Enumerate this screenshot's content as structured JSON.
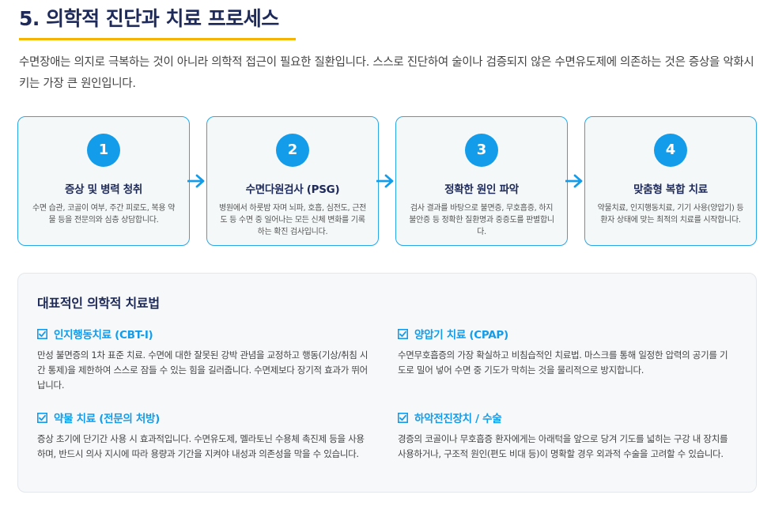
{
  "title": "5. 의학적 진단과 치료 프로세스",
  "intro": "수면장애는 의지로 극복하는 것이 아니라 의학적 접근이 필요한 질환입니다. 스스로 진단하여 술이나 검증되지 않은 수면유도제에 의존하는 것은 증상을 악화시키는 가장 큰 원인입니다.",
  "steps": [
    {
      "num": "1",
      "title": "증상 및 병력 청취",
      "desc": "수면 습관, 코골이 여부, 주간 피로도, 복용 약물 등을 전문의와 심층 상담합니다."
    },
    {
      "num": "2",
      "title": "수면다원검사 (PSG)",
      "desc": "병원에서 하룻밤 자며 뇌파, 호흡, 심전도, 근전도 등 수면 중 일어나는 모든 신체 변화를 기록하는 확진 검사입니다."
    },
    {
      "num": "3",
      "title": "정확한 원인 파악",
      "desc": "검사 결과를 바탕으로 불면증, 무호흡증, 하지불안증 등 정확한 질환명과 중증도를 판별합니다."
    },
    {
      "num": "4",
      "title": "맞춤형 복합 치료",
      "desc": "약물치료, 인지행동치료, 기기 사용(양압기) 등 환자 상태에 맞는 최적의 치료를 시작합니다."
    }
  ],
  "panel": {
    "title": "대표적인 의학적 치료법",
    "methods": [
      {
        "title": "인지행동치료 (CBT-I)",
        "desc": "만성 불면증의 1차 표준 치료. 수면에 대한 잘못된 강박 관념을 교정하고 행동(기상/취침 시간 통제)을 제한하여 스스로 잠들 수 있는 힘을 길러줍니다. 수면제보다 장기적 효과가 뛰어납니다."
      },
      {
        "title": "양압기 치료 (CPAP)",
        "desc": "수면무호흡증의 가장 확실하고 비침습적인 치료법. 마스크를 통해 일정한 압력의 공기를 기도로 밀어 넣어 수면 중 기도가 막히는 것을 물리적으로 방지합니다."
      },
      {
        "title": "약물 치료 (전문의 처방)",
        "desc": "증상 초기에 단기간 사용 시 효과적입니다. 수면유도제, 멜라토닌 수용체 촉진제 등을 사용하며, 반드시 의사 지시에 따라 용량과 기간을 지켜야 내성과 의존성을 막을 수 있습니다."
      },
      {
        "title": "하악전진장치 / 수술",
        "desc": "경증의 코골이나 무호흡증 환자에게는 아래턱을 앞으로 당겨 기도를 넓히는 구강 내 장치를 사용하거나, 구조적 원인(편도 비대 등)이 명확할 경우 외과적 수술을 고려할 수 있습니다."
      }
    ]
  },
  "colors": {
    "accent": "#139cea",
    "title": "#1e2a5a",
    "underline": "#f5b400",
    "border": "#29a8e8"
  }
}
